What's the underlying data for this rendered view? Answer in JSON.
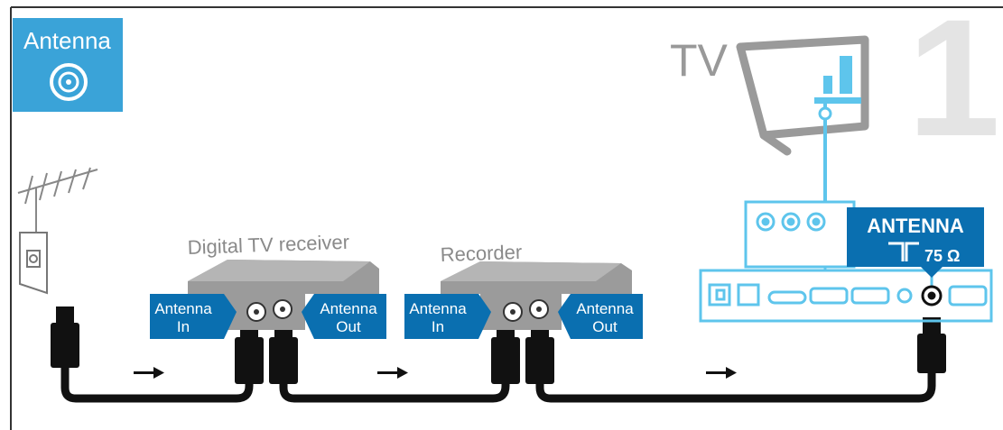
{
  "step_number": "1",
  "antenna_badge": {
    "label": "Antenna",
    "color": "#3aa3d8",
    "icon": "antenna-connector-icon"
  },
  "tv": {
    "label": "TV"
  },
  "devices": [
    {
      "name": "Digital TV receiver",
      "input_label": [
        "Antenna",
        "In"
      ],
      "output_label": [
        "Antenna",
        "Out"
      ]
    },
    {
      "name": "Recorder",
      "input_label": [
        "Antenna",
        "In"
      ],
      "output_label": [
        "Antenna",
        "Out"
      ]
    }
  ],
  "tv_connection": {
    "title": "ANTENNA",
    "spec": "75 Ω"
  },
  "colors": {
    "callout_blue": "#0a6fb0",
    "tv_blue": "#5ec5ec",
    "device_grey": "#9b9b9b",
    "cable": "#111111",
    "step_number": "#e4e4e4"
  },
  "icons": [
    "wall-antenna-icon",
    "antenna-wall-socket-icon",
    "arrow-right-icon",
    "tv-icon",
    "connector-panel-icon"
  ]
}
